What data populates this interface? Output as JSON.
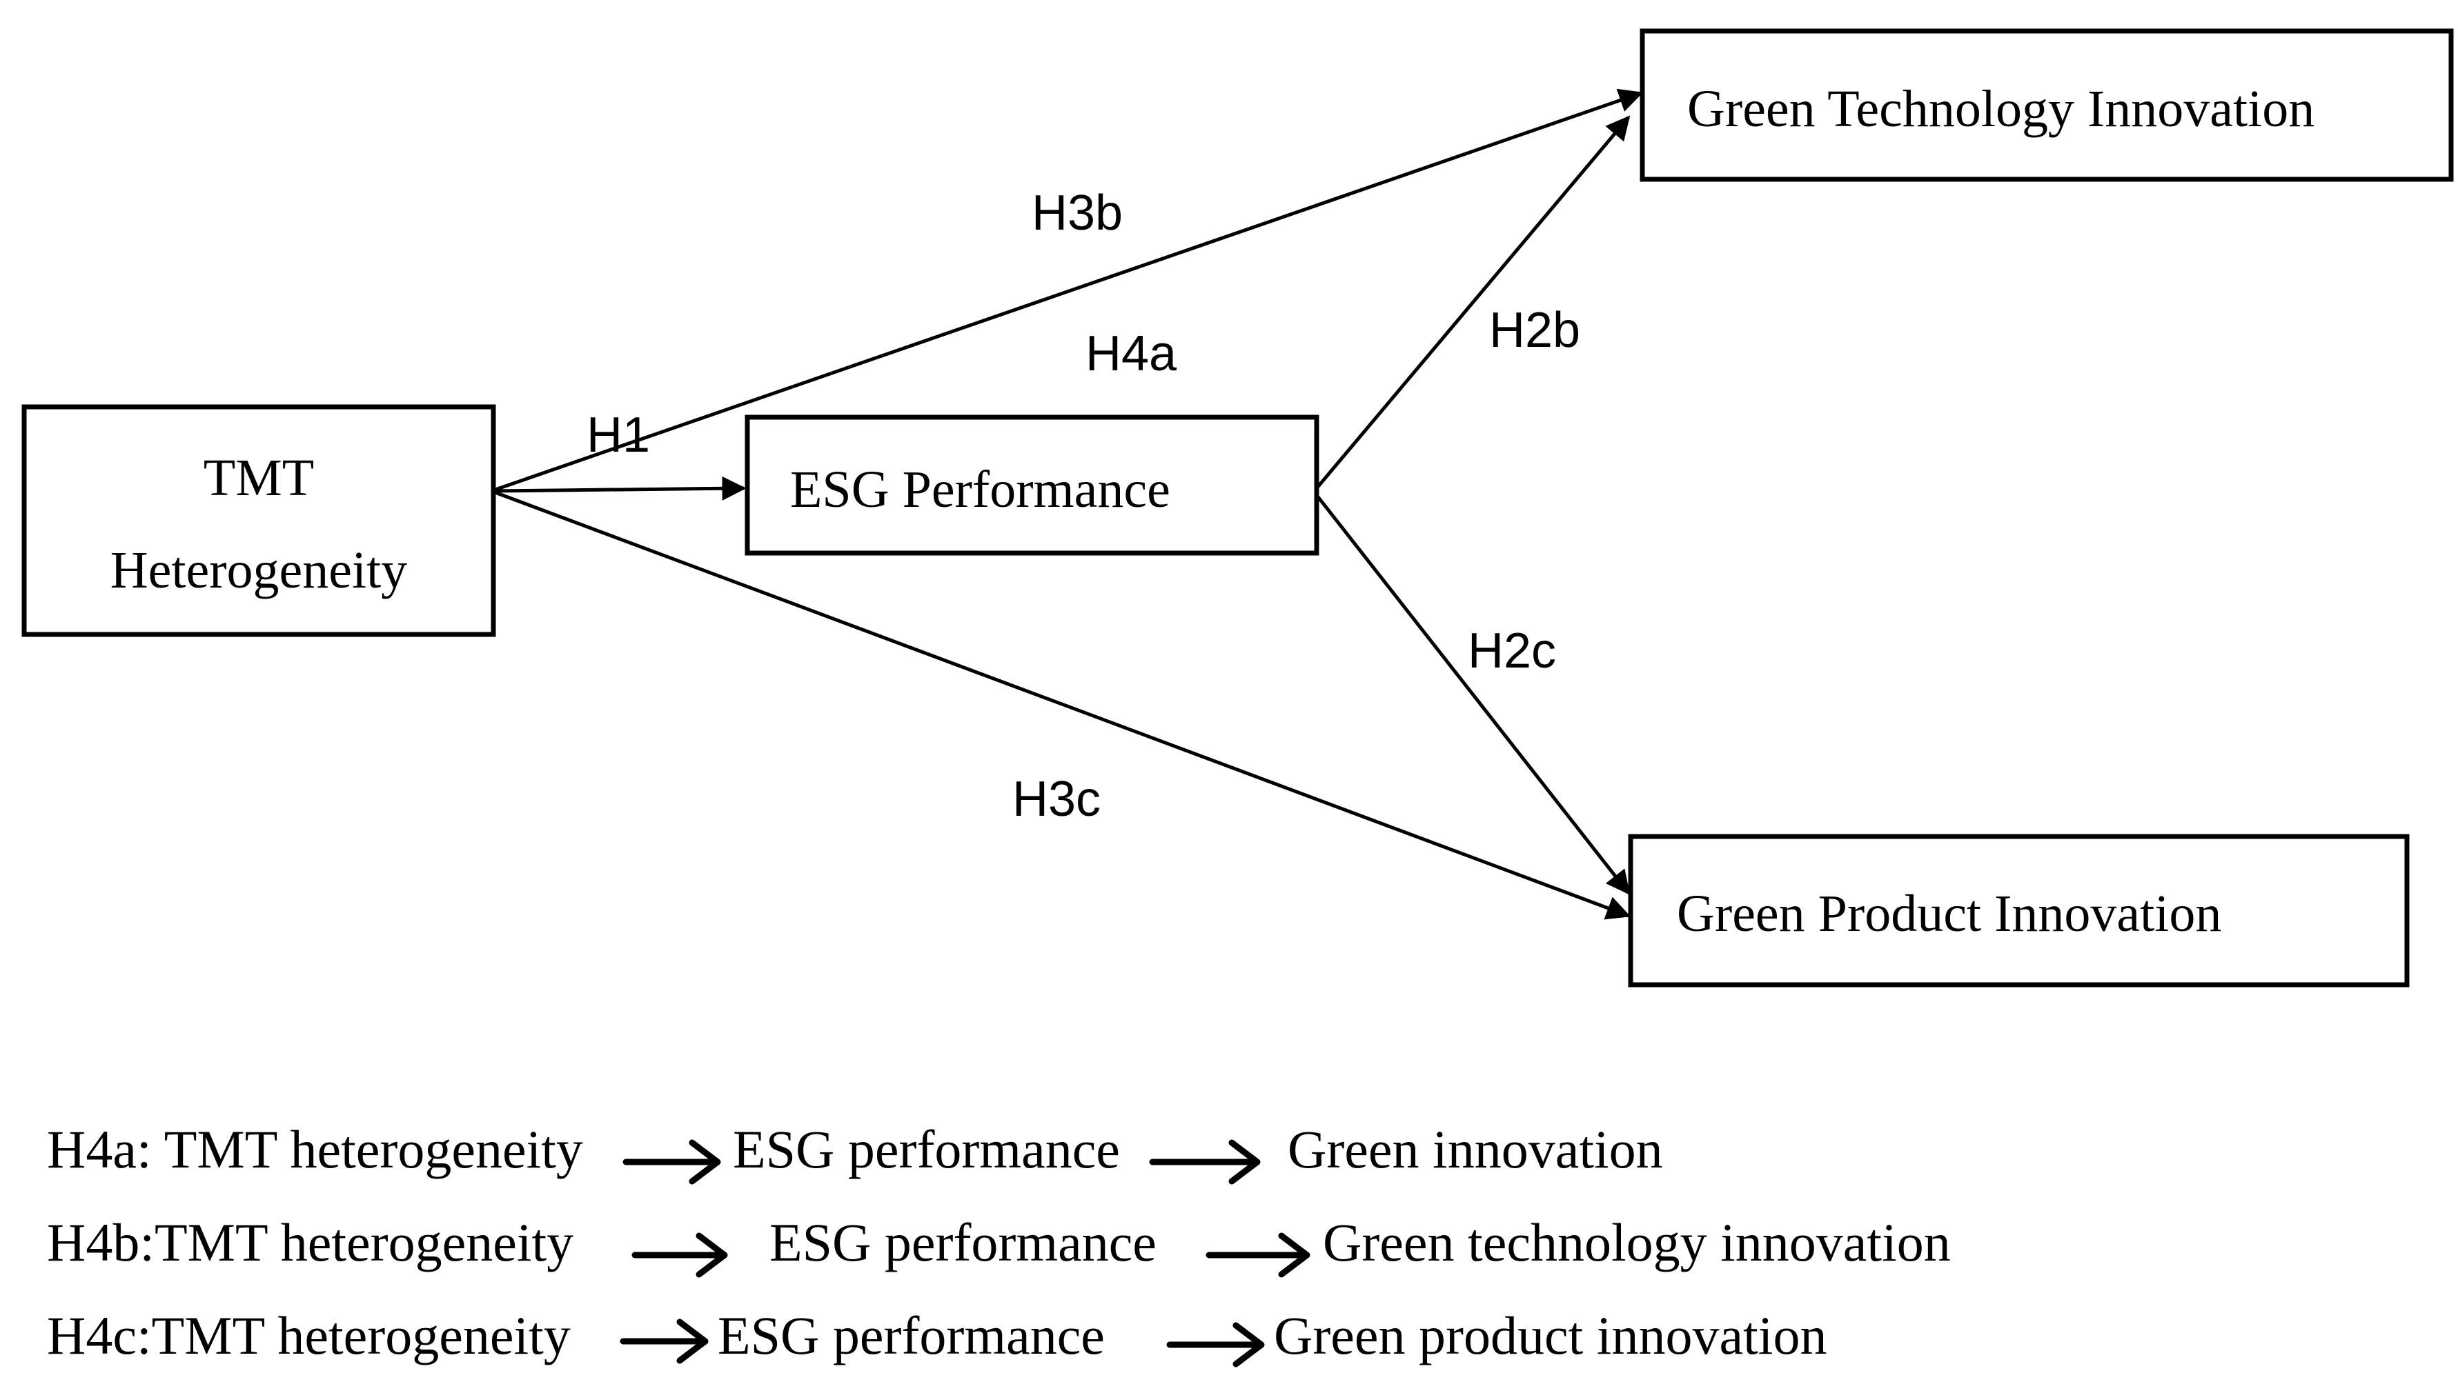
{
  "nodes": {
    "tmt": {
      "lines": [
        "TMT",
        "Heterogeneity"
      ]
    },
    "esg": {
      "label": "ESG Performance"
    },
    "gti": {
      "label": "Green Technology Innovation"
    },
    "gpi": {
      "label": "Green Product Innovation"
    }
  },
  "edges": {
    "h1": {
      "label": "H1",
      "from": "TMT Heterogeneity",
      "to": "ESG Performance"
    },
    "h2b": {
      "label": "H2b",
      "from": "ESG Performance",
      "to": "Green Technology Innovation"
    },
    "h2c": {
      "label": "H2c",
      "from": "ESG Performance",
      "to": "Green Product Innovation"
    },
    "h3b": {
      "label": "H3b",
      "from": "TMT Heterogeneity",
      "to": "Green Technology Innovation"
    },
    "h3c": {
      "label": "H3c",
      "from": "TMT Heterogeneity",
      "to": "Green Product Innovation"
    },
    "h4a": {
      "label": "H4a"
    }
  },
  "legend": [
    {
      "id": "H4a: TMT heterogeneity",
      "a": "ESG performance",
      "b": "Green innovation"
    },
    {
      "id": "H4b:TMT heterogeneity",
      "a": "ESG performance",
      "b": "Green technology innovation"
    },
    {
      "id": "H4c:TMT heterogeneity",
      "a": "ESG performance",
      "b": "Green product innovation"
    }
  ]
}
